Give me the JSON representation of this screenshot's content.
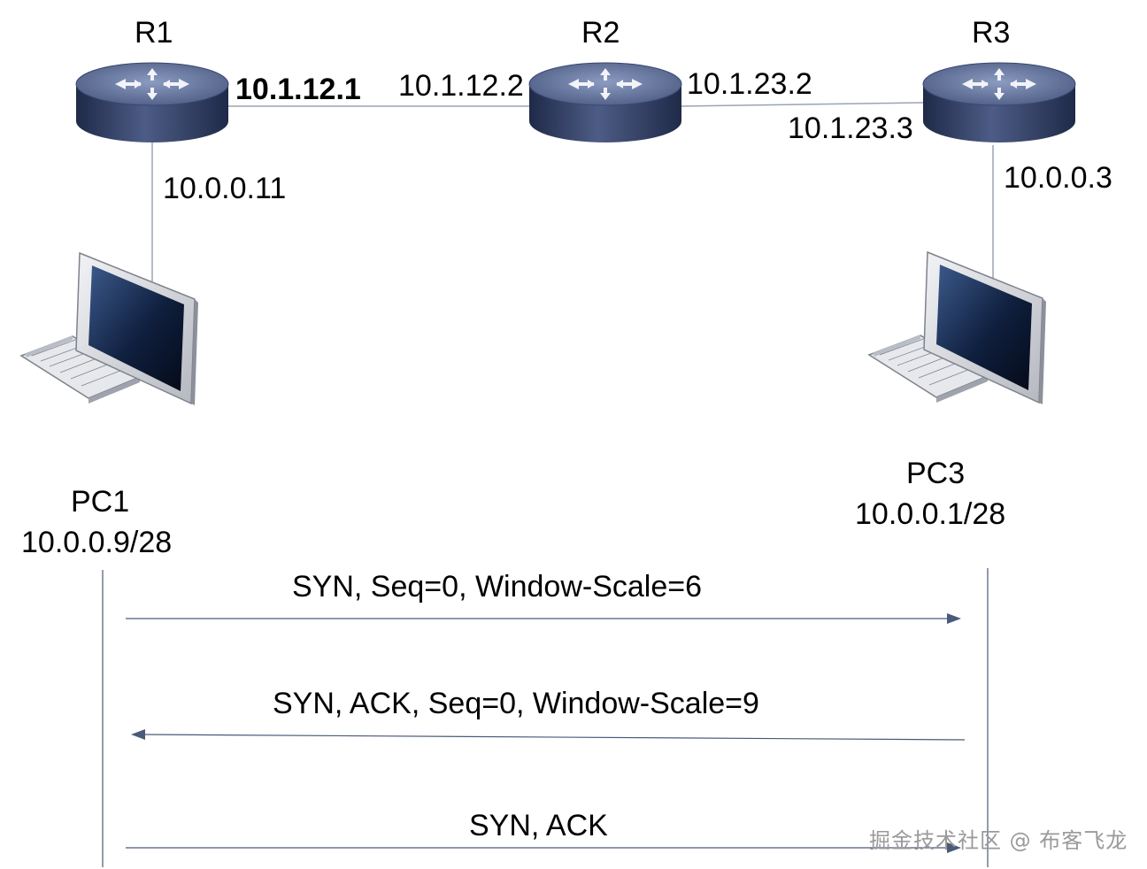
{
  "routers": {
    "r1": {
      "name": "R1"
    },
    "r2": {
      "name": "R2"
    },
    "r3": {
      "name": "R3"
    }
  },
  "interfaces": {
    "r1_r2": "10.1.12.1",
    "r2_r1": "10.1.12.2",
    "r2_r3": "10.1.23.2",
    "r3_r2": "10.1.23.3",
    "r1_pc1": "10.0.0.11",
    "r3_pc3": "10.0.0.3"
  },
  "hosts": {
    "pc1": {
      "name": "PC1",
      "address": "10.0.0.9/28"
    },
    "pc3": {
      "name": "PC3",
      "address": "10.0.0.1/28"
    }
  },
  "sequence": {
    "messages": [
      {
        "label": "SYN, Seq=0, Window-Scale=6",
        "direction": "right"
      },
      {
        "label": "SYN, ACK, Seq=0, Window-Scale=9",
        "direction": "left"
      },
      {
        "label": "SYN, ACK",
        "direction": "right"
      }
    ]
  },
  "watermark": "掘金技术社区 @ 布客飞龙",
  "colors": {
    "router_top": "#5f6f96",
    "router_side": "#2d3a5e",
    "arrow": "#4a5a7a",
    "link": "#9aa3b5"
  }
}
